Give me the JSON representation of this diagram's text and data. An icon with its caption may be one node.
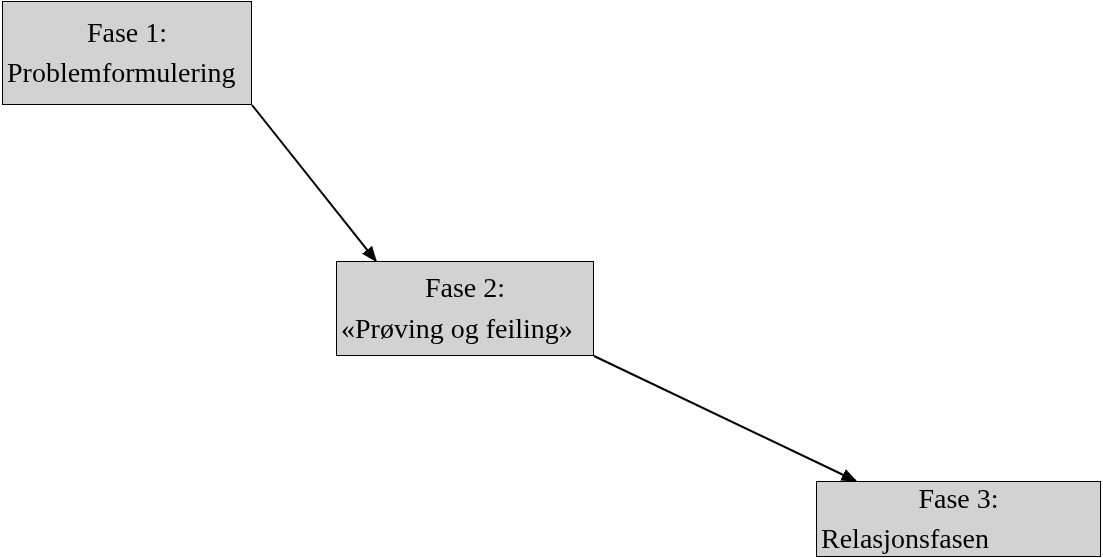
{
  "diagram": {
    "nodes": [
      {
        "text": [
          "Fase 1:",
          "Problemformulering"
        ]
      },
      {
        "text": [
          "Fase 2:",
          "«Prøving og feiling»"
        ]
      },
      {
        "text": [
          "Fase 3:",
          "Relasjonsfasen"
        ]
      }
    ],
    "edges": [
      {
        "from": 0,
        "to": 1,
        "arrow": "to"
      },
      {
        "from": 1,
        "to": 2,
        "arrow": "to"
      }
    ]
  }
}
